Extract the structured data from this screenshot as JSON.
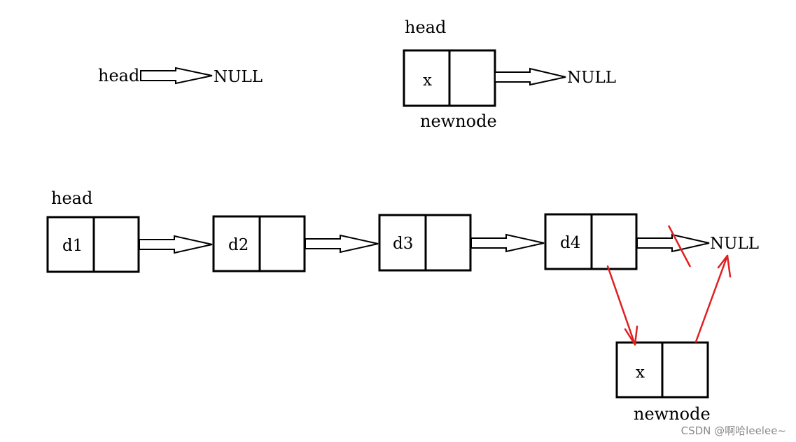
{
  "colors": {
    "ink": "#000000",
    "new_link": "#e02020"
  },
  "top_left": {
    "pointer_label": "head",
    "null_label": "NULL"
  },
  "top_middle": {
    "pointer_label": "head",
    "node_data": "x",
    "null_label": "NULL",
    "caption": "newnode"
  },
  "bottom": {
    "pointer_label": "head",
    "nodes": [
      {
        "data": "d1"
      },
      {
        "data": "d2"
      },
      {
        "data": "d3"
      },
      {
        "data": "d4"
      }
    ],
    "null_label": "NULL",
    "new_node": {
      "data": "x",
      "caption": "newnode"
    }
  },
  "watermark": "CSDN @啊哈leelee~"
}
